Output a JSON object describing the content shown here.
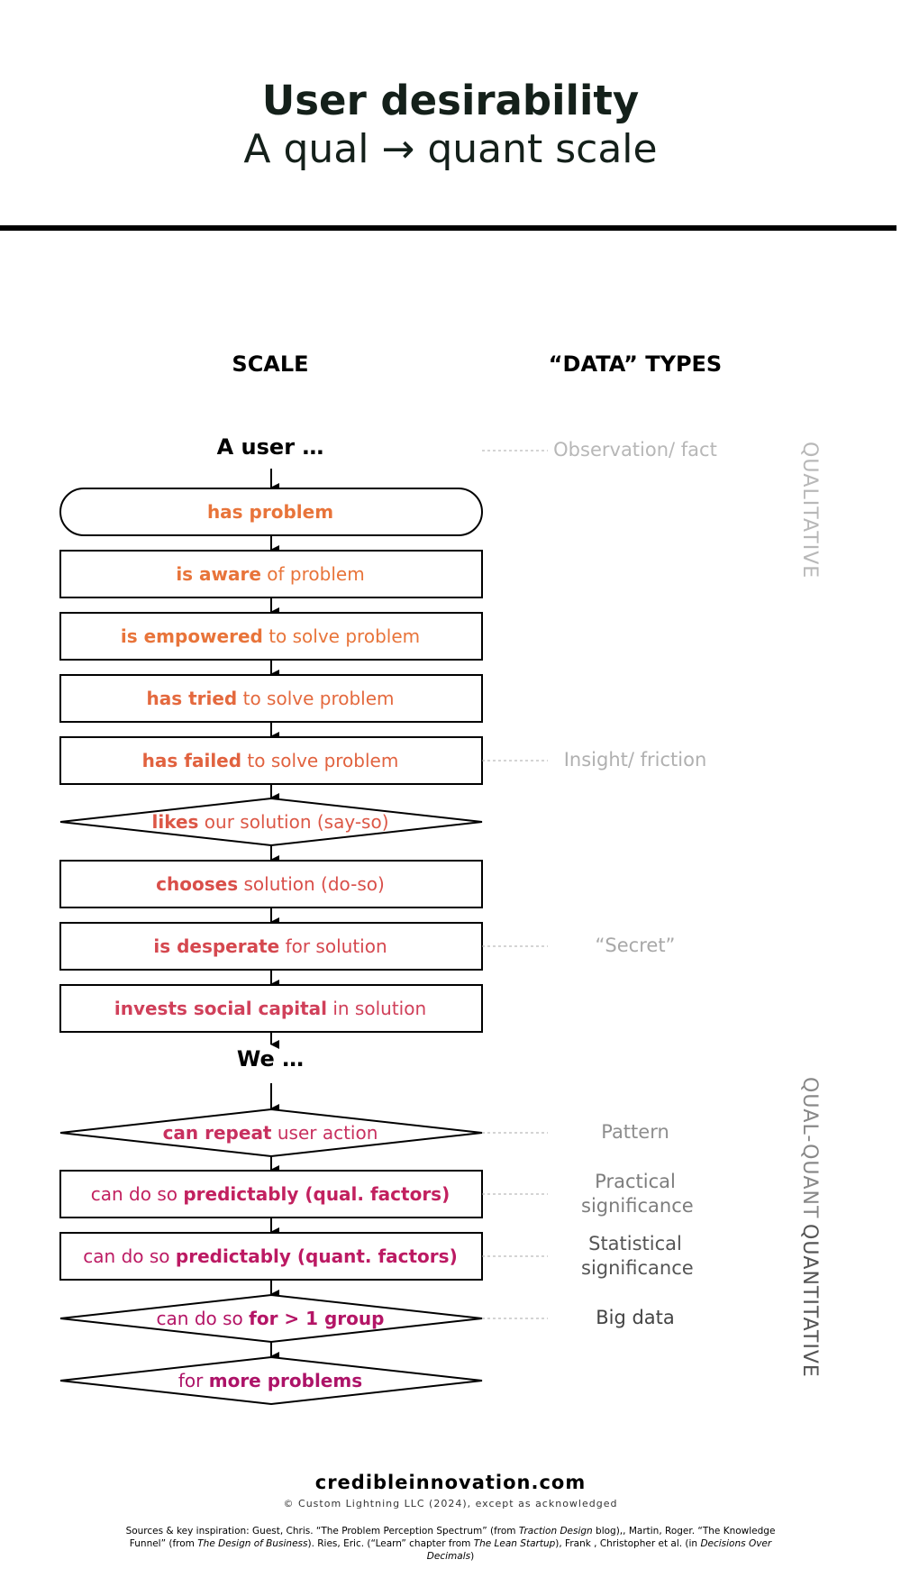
{
  "header": {
    "title": "User desirability",
    "subtitle": "A qual → quant scale"
  },
  "columns": {
    "scale": "SCALE",
    "data_types": "“DATA” TYPES"
  },
  "labels": {
    "a_user": "A user …",
    "we": "We …"
  },
  "nodes": [
    {
      "bold": "has problem",
      "rest": "",
      "color": "#e8743a"
    },
    {
      "bold": "is aware",
      "rest": " of problem",
      "color": "#e8743a"
    },
    {
      "bold": "is empowered",
      "rest": " to solve problem",
      "color": "#e8743a"
    },
    {
      "bold": "has tried",
      "rest": " to solve problem",
      "color": "#e4693e"
    },
    {
      "bold": "has failed",
      "rest": " to solve problem",
      "color": "#e1623f"
    },
    {
      "bold": "likes",
      "rest": " our solution (say-so)",
      "color": "#dc5746"
    },
    {
      "bold": "chooses",
      "rest": " solution (do-so)",
      "color": "#d94f4a"
    },
    {
      "bold": "is desperate",
      "rest": " for solution",
      "color": "#d5484f"
    },
    {
      "bold": "invests social capital",
      "rest": " in solution",
      "color": "#d0405a"
    },
    {
      "bold": "can repeat",
      "rest": " user action",
      "color": "#c8305f"
    },
    {
      "pre": "can do so ",
      "bold": "predictably (qual. factors)",
      "color": "#c2215f"
    },
    {
      "pre": "can do so ",
      "bold": "predictably (quant. factors)",
      "color": "#bc1a63"
    },
    {
      "pre": "can do so ",
      "bold": "for > 1 group",
      "color": "#b41566"
    },
    {
      "pre": "for ",
      "bold": "more problems",
      "color": "#ad1368"
    }
  ],
  "data_types": [
    {
      "text": "Observation/ fact",
      "color": "#b7b7b7"
    },
    {
      "text": "Insight/ friction",
      "color": "#b0b0b0"
    },
    {
      "text": "“Secret”",
      "color": "#a8a8a8"
    },
    {
      "text": "Pattern",
      "color": "#8e8e8e"
    },
    {
      "text": "Practical significance",
      "color": "#7d7d7d"
    },
    {
      "text": "Statistical significance",
      "color": "#555555"
    },
    {
      "text": "Big data",
      "color": "#444444"
    }
  ],
  "side_labels": {
    "qualitative": "QUALITATIVE",
    "qual_quant": "QUAL-QUANT",
    "quantitative": "QUANTITATIVE"
  },
  "footer": {
    "site": "credibleinnovation.com",
    "copyright": "© Custom Lightning LLC (2024), except as acknowledged",
    "sources_1": "Sources & key inspiration: Guest, Chris. “The Problem Perception Spectrum” (from ",
    "sources_i1": "Traction Design",
    "sources_2": " blog),, Martin, Roger. “The Knowledge Funnel” (from ",
    "sources_i2": "The Design of Business",
    "sources_3": "). Ries, Eric. (“Learn” chapter from ",
    "sources_i3": "The Lean Startup",
    "sources_4": "), Frank , Christopher et al. (in ",
    "sources_i4": "Decisions Over Decimals",
    "sources_5": ")"
  }
}
